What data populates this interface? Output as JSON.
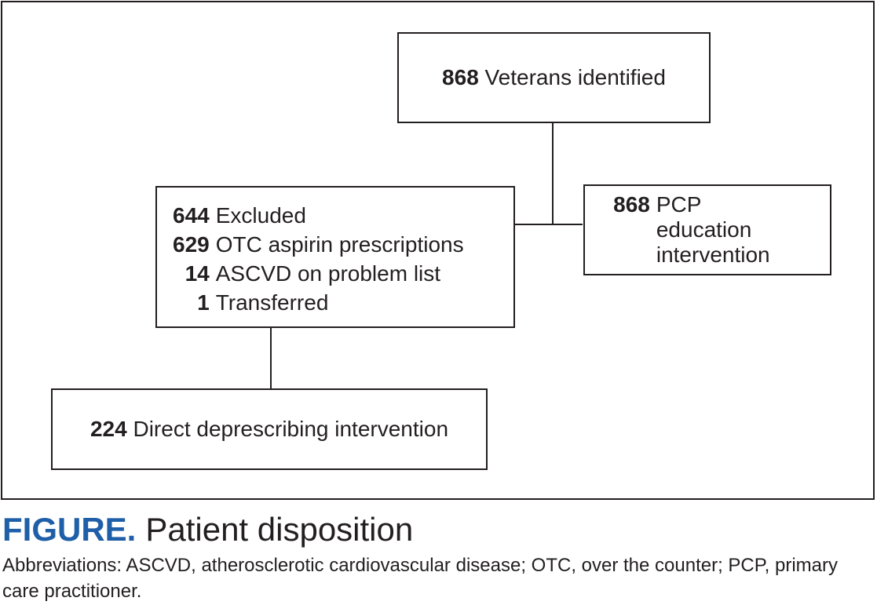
{
  "flow": {
    "identified": {
      "count": "868",
      "label": "Veterans identified"
    },
    "pcp_education": {
      "count": "868",
      "label": "PCP education intervention"
    },
    "excluded": {
      "rows": [
        {
          "count": "644",
          "label": "Excluded"
        },
        {
          "count": "629",
          "label": "OTC aspirin prescriptions"
        },
        {
          "count": "14",
          "label": "ASCVD on problem list"
        },
        {
          "count": "1",
          "label": "Transferred"
        }
      ]
    },
    "direct": {
      "count": "224",
      "label": "Direct deprescribing intervention"
    }
  },
  "caption": {
    "label": "FIGURE.",
    "title": "Patient disposition",
    "abbreviations": "Abbreviations: ASCVD, atherosclerotic cardiovascular disease; OTC, over the counter; PCP, primary care practitioner."
  },
  "colors": {
    "figure_label": "#1f5ea8",
    "text": "#231f20"
  }
}
